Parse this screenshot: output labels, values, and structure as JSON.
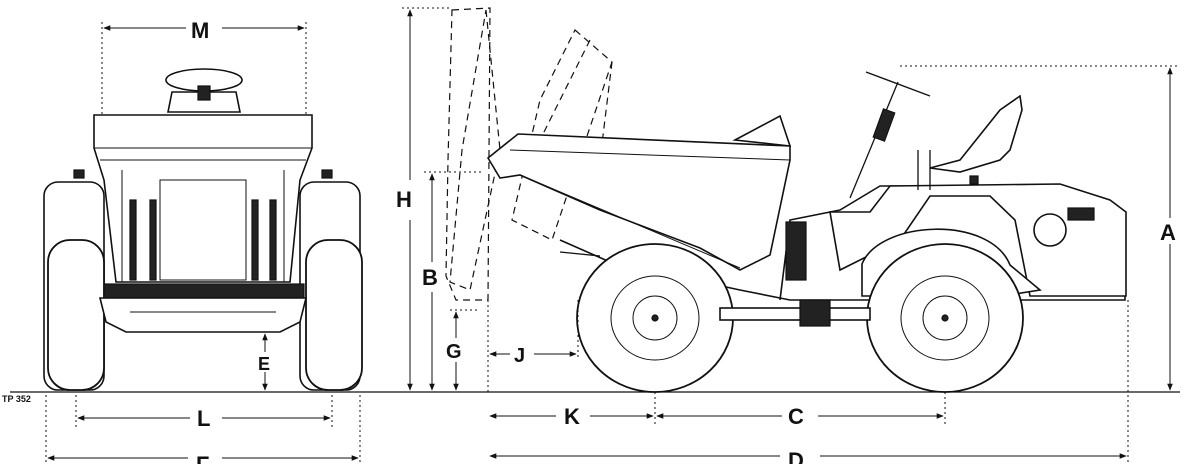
{
  "drawing_code": "TP 352",
  "dimension_labels": {
    "A": "A",
    "B": "B",
    "C": "C",
    "D": "D",
    "E": "E",
    "F": "F",
    "G": "G",
    "H": "H",
    "J": "J",
    "K": "K",
    "L": "L",
    "M": "M"
  }
}
